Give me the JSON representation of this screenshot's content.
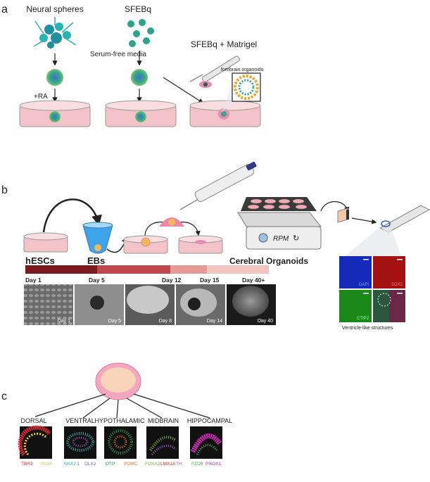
{
  "panel_a": {
    "letter": "a",
    "col1_title": "Neural spheres",
    "col2_title": "SFEBq",
    "col3_title": "SFEBq + Matrigel",
    "serum_free": "Serum-free media",
    "ra": "+RA",
    "forebrain": "forebrain organoids"
  },
  "panel_b": {
    "letter": "b",
    "hescs": "hESCs",
    "ebs": "EBs",
    "cerebral": "Cerebral Organoids",
    "rpm": "RPM",
    "day_ticks": [
      "Day 1",
      "Day 5",
      "Day 12",
      "Day 15",
      "Day 40+"
    ],
    "photo_labels": [
      "Day 1",
      "Day 5",
      "Day 8",
      "Day 14",
      "Day 40"
    ],
    "stains": [
      "DAPI",
      "SOX2",
      "CTIP2"
    ],
    "ventricle": "Ventricle-like structures",
    "timeline_colors": [
      "#7a1a1f",
      "#c0474a",
      "#e59a96",
      "#f2c6bf"
    ]
  },
  "panel_c": {
    "letter": "c",
    "regions": [
      {
        "name": "DORSAL",
        "markers": [
          {
            "t": "TBR2",
            "c": "#e8262e"
          },
          {
            "t": "PAX6",
            "c": "#e8d23a"
          }
        ]
      },
      {
        "name": "VENTRAL",
        "markers": [
          {
            "t": "NKX2.1",
            "c": "#2fb4b0"
          },
          {
            "t": "DLX2",
            "c": "#9a5bc4"
          }
        ]
      },
      {
        "name": "HYPOTHALAMIC",
        "markers": [
          {
            "t": "OTP",
            "c": "#2aa24a"
          },
          {
            "t": "POMC",
            "c": "#e8762e"
          }
        ]
      },
      {
        "name": "MIDBRAIN",
        "markers": [
          {
            "t": "FOXA2",
            "c": "#7ab84a"
          },
          {
            "t": "LMX1A",
            "c": "#e8262e"
          },
          {
            "t": "TH",
            "c": "#b05ad0"
          }
        ]
      },
      {
        "name": "HIPPOCAMPAL",
        "markers": [
          {
            "t": "FZD9",
            "c": "#4ab84a"
          },
          {
            "t": "PROX1",
            "c": "#e026c0"
          }
        ]
      }
    ]
  }
}
